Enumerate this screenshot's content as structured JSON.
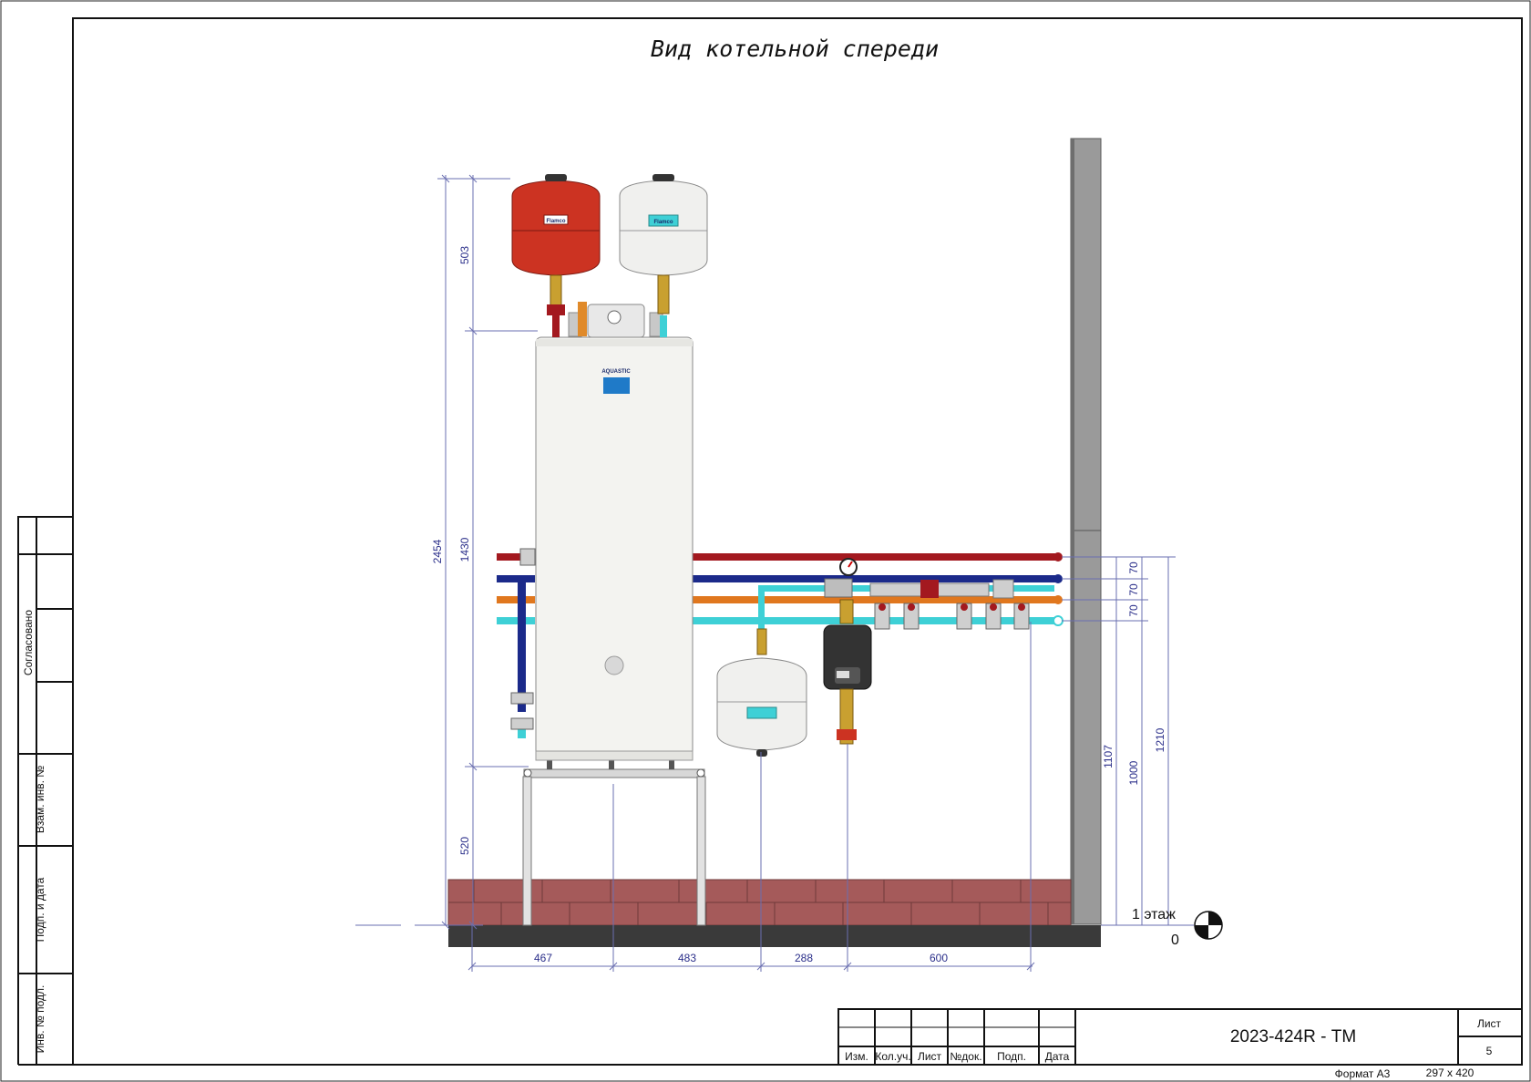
{
  "title": "Вид котельной спереди",
  "dimensions": {
    "vertical_left": [
      "503",
      "2454",
      "1430",
      "520"
    ],
    "vertical_right": [
      "70",
      "70",
      "70",
      "1107",
      "1000",
      "1210"
    ],
    "horizontal_bottom": [
      "467",
      "483",
      "288",
      "600"
    ]
  },
  "level": {
    "name": "1 этаж",
    "value": "0"
  },
  "brands": {
    "boiler": "AQUASTIC",
    "vessel": "Flamco"
  },
  "side_stamp": {
    "agreed": "Согласовано",
    "inv_replace": "Взам. инв. №",
    "sign_date": "Подп. и дата",
    "inv_orig": "Инв. № подл."
  },
  "title_block": {
    "columns": [
      "Изм.",
      "Кол.уч.",
      "Лист",
      "№док.",
      "Подп.",
      "Дата"
    ],
    "doc_code": "2023-424R - ТМ",
    "sheet_label": "Лист",
    "sheet_number": "5",
    "format": "Формат А3",
    "size": "297 x 420"
  },
  "colors": {
    "pipe_supply": "#a3191f",
    "pipe_return": "#1b2a8a",
    "pipe_orange": "#e0771e",
    "pipe_cyan": "#3ed0d6",
    "vessel_red": "#cc3322",
    "brick": "#a55a5a",
    "wall": "#9a9a9a"
  }
}
